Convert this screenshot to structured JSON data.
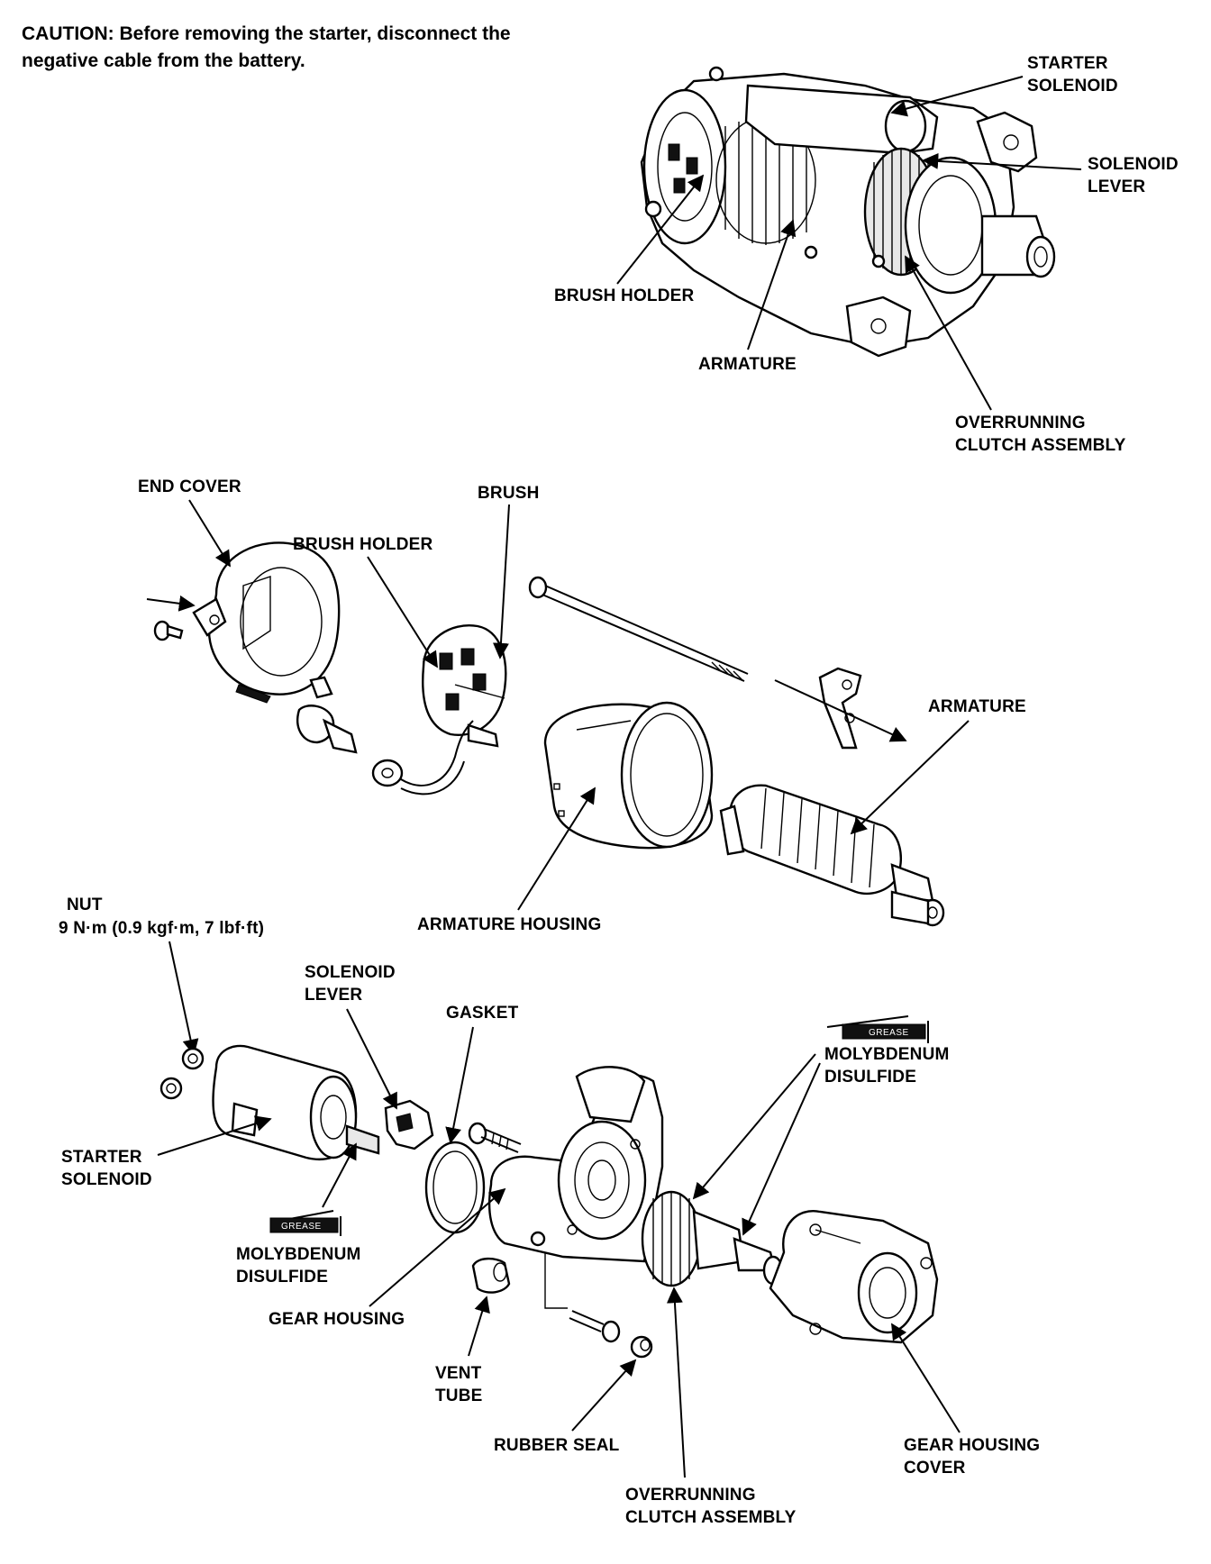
{
  "caution": {
    "line1": "CAUTION:  Before removing the starter, disconnect the",
    "line2": "negative cable from the battery."
  },
  "assembled": {
    "starter_solenoid": [
      "STARTER",
      "SOLENOID"
    ],
    "solenoid_lever": [
      "SOLENOID",
      "LEVER"
    ],
    "brush_holder": "BRUSH HOLDER",
    "armature": "ARMATURE",
    "overrunning_clutch": [
      "OVERRUNNING",
      "CLUTCH ASSEMBLY"
    ]
  },
  "exploded_upper": {
    "end_cover": "END COVER",
    "brush": "BRUSH",
    "brush_holder": "BRUSH HOLDER",
    "armature": "ARMATURE",
    "armature_housing": "ARMATURE HOUSING"
  },
  "exploded_lower": {
    "nut": [
      "NUT",
      "9 N·m (0.9 kgf·m, 7 lbf·ft)"
    ],
    "solenoid_lever": [
      "SOLENOID",
      "LEVER"
    ],
    "gasket": "GASKET",
    "grease_tag": "GREASE",
    "moly_right": [
      "MOLYBDENUM",
      "DISULFIDE"
    ],
    "starter_solenoid": [
      "STARTER",
      "SOLENOID"
    ],
    "moly_left": [
      "MOLYBDENUM",
      "DISULFIDE"
    ],
    "gear_housing": "GEAR HOUSING",
    "vent_tube": [
      "VENT",
      "TUBE"
    ],
    "rubber_seal": "RUBBER SEAL",
    "overrunning_clutch": [
      "OVERRUNNING",
      "CLUTCH ASSEMBLY"
    ],
    "gear_housing_cover": [
      "GEAR HOUSING",
      "COVER"
    ]
  }
}
